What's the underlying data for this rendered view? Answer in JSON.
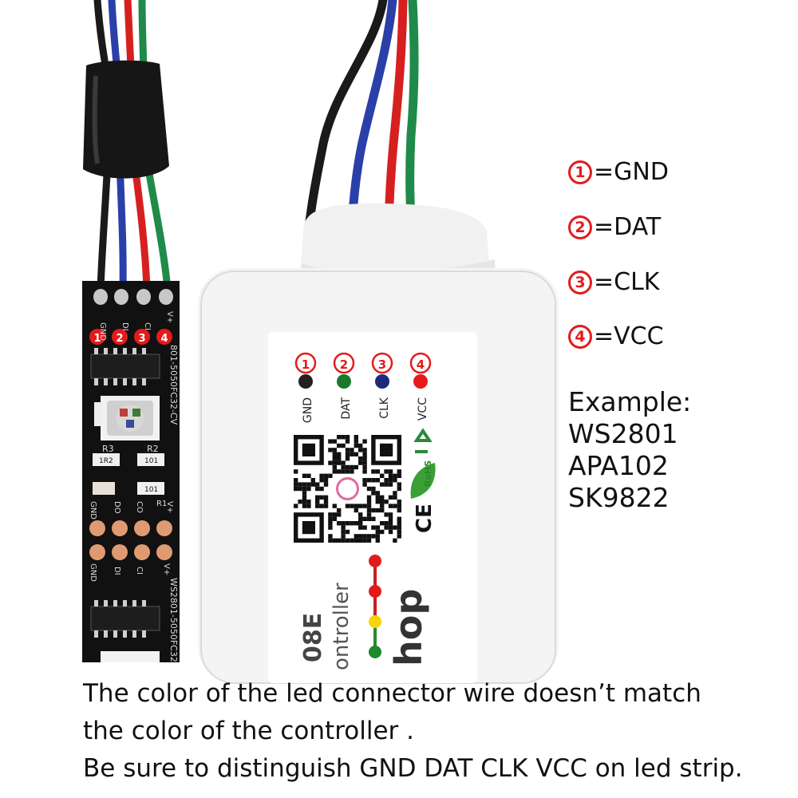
{
  "legend": [
    {
      "num": "1",
      "text": "=GND"
    },
    {
      "num": "2",
      "text": "=DAT"
    },
    {
      "num": "3",
      "text": "=CLK"
    },
    {
      "num": "4",
      "text": "=VCC"
    }
  ],
  "example": {
    "heading": "Example:",
    "models": [
      "WS2801",
      "APA102",
      "SK9822"
    ]
  },
  "caption": {
    "line1": "The color of the led connector wire doesn’t match",
    "line2": "the color of the controller .",
    "line3": "Be sure to distinguish GND DAT CLK VCC on led strip."
  },
  "controller": {
    "pins": [
      {
        "num": "1",
        "label": "GND",
        "color": "#222222"
      },
      {
        "num": "2",
        "label": "DAT",
        "color": "#1a7a2a"
      },
      {
        "num": "3",
        "label": "CLK",
        "color": "#1f2a7a"
      },
      {
        "num": "4",
        "label": "VCC",
        "color": "#e81b1b"
      }
    ],
    "partial_texts": [
      "08E",
      "ontroller",
      "hop"
    ],
    "rohs": "RoHS",
    "ce": "CE"
  },
  "strip": {
    "pad_labels": [
      "GND",
      "DI",
      "CI",
      "V+"
    ],
    "pins": [
      "1",
      "2",
      "3",
      "4"
    ],
    "silk_top": "801-5050FC32-CV",
    "silk_mid": [
      "GND",
      "DO",
      "CO",
      "V+"
    ],
    "silk_mid2": [
      "GND",
      "DI",
      "CI",
      "V+"
    ],
    "silk_bottom": "WS2801-5050FC32",
    "resistors": [
      "R3",
      "R2",
      "R1"
    ],
    "resistor_marks": [
      "1R2",
      "101",
      "101"
    ]
  },
  "colors": {
    "red": "#e31b1b",
    "wire_black": "#1a1a1a",
    "wire_green": "#1f8a4a",
    "wire_blue": "#2b3fa8",
    "wire_red": "#d62020",
    "pcb": "#111111",
    "copper": "#e09a72"
  }
}
